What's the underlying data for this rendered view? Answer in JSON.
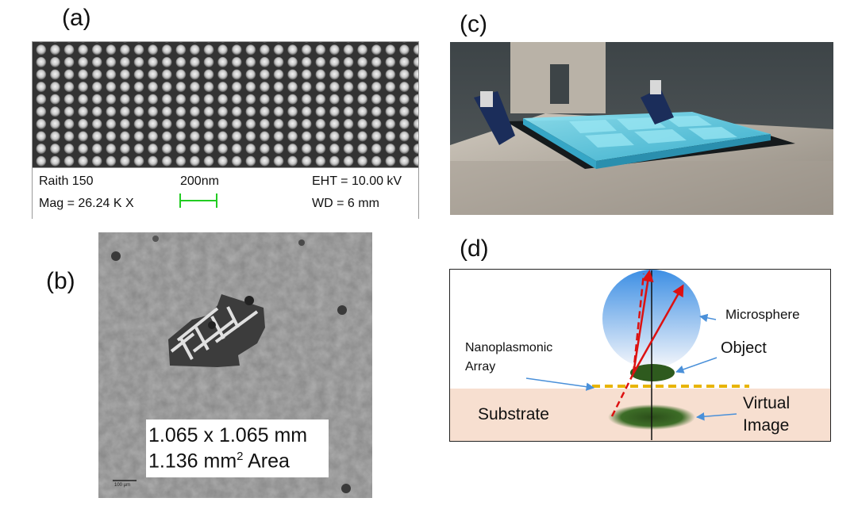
{
  "panels": {
    "a": {
      "label": "(a)"
    },
    "b": {
      "label": "(b)"
    },
    "c": {
      "label": "(c)"
    },
    "d": {
      "label": "(d)"
    }
  },
  "sem": {
    "instrument": "Raith 150",
    "scale_bar": "200nm",
    "eht": "EHT = 10.00 kV",
    "mag": "Mag =  26.24 K X",
    "wd": "WD =    6 mm",
    "scale_bar_color": "#22cc22"
  },
  "micrograph": {
    "dimensions": "1.065 x 1.065 mm",
    "area_value": "1.136 mm",
    "area_exponent": "2",
    "area_suffix": " Area",
    "scale_bar_label": "100 µm"
  },
  "schematic": {
    "microsphere_label": "Microsphere",
    "object_label": "Object",
    "array_label_line1": "Nanoplasmonic",
    "array_label_line2": "Array",
    "substrate_label": "Substrate",
    "virtual_label_line1": "Virtual",
    "virtual_label_line2": "Image",
    "colors": {
      "ray": "#dd1111",
      "arrow": "#4a90d9",
      "array": "#e8b400",
      "substrate": "#f7dfd0",
      "object": "#2e5a1e"
    }
  }
}
